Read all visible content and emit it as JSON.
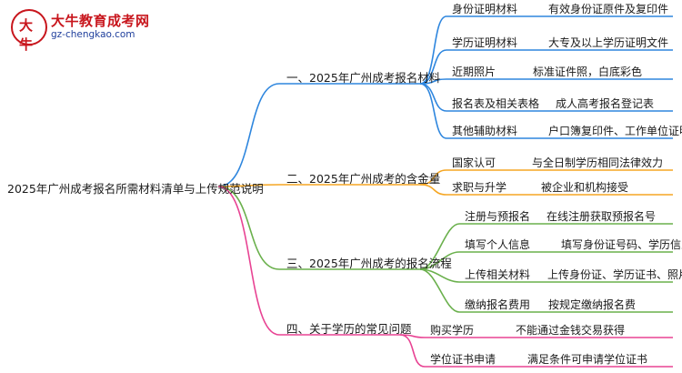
{
  "logo": {
    "mark": "大牛",
    "name": "大牛教育成考网",
    "url": "gz-chengkao.com"
  },
  "root": "2025年广州成考报名所需材料清单与上传规范说明",
  "colors": [
    "#2e86de",
    "#f5a623",
    "#6ab04c",
    "#e84393"
  ],
  "branches": [
    {
      "label": "一、2025年广州成考报名材料",
      "leaves": [
        {
          "label": "身份证明材料",
          "detail": "有效身份证原件及复印件"
        },
        {
          "label": "学历证明材料",
          "detail": "大专及以上学历证明文件"
        },
        {
          "label": "近期照片",
          "detail": "标准证件照，白底彩色"
        },
        {
          "label": "报名表及相关表格",
          "detail": "成人高考报名登记表"
        },
        {
          "label": "其他辅助材料",
          "detail": "户口簿复印件、工作单位证明"
        }
      ]
    },
    {
      "label": "二、2025年广州成考的含金量",
      "leaves": [
        {
          "label": "国家认可",
          "detail": "与全日制学历相同法律效力"
        },
        {
          "label": "求职与升学",
          "detail": "被企业和机构接受"
        }
      ]
    },
    {
      "label": "三、2025年广州成考的报名流程",
      "leaves": [
        {
          "label": "注册与预报名",
          "detail": "在线注册获取预报名号"
        },
        {
          "label": "填写个人信息",
          "detail": "填写身份证号码、学历信息"
        },
        {
          "label": "上传相关材料",
          "detail": "上传身份证、学历证书、照片"
        },
        {
          "label": "缴纳报名费用",
          "detail": "按规定缴纳报名费"
        }
      ]
    },
    {
      "label": "四、关于学历的常见问题",
      "leaves": [
        {
          "label": "购买学历",
          "detail": "不能通过金钱交易获得"
        },
        {
          "label": "学位证书申请",
          "detail": "满足条件可申请学位证书"
        }
      ]
    }
  ]
}
